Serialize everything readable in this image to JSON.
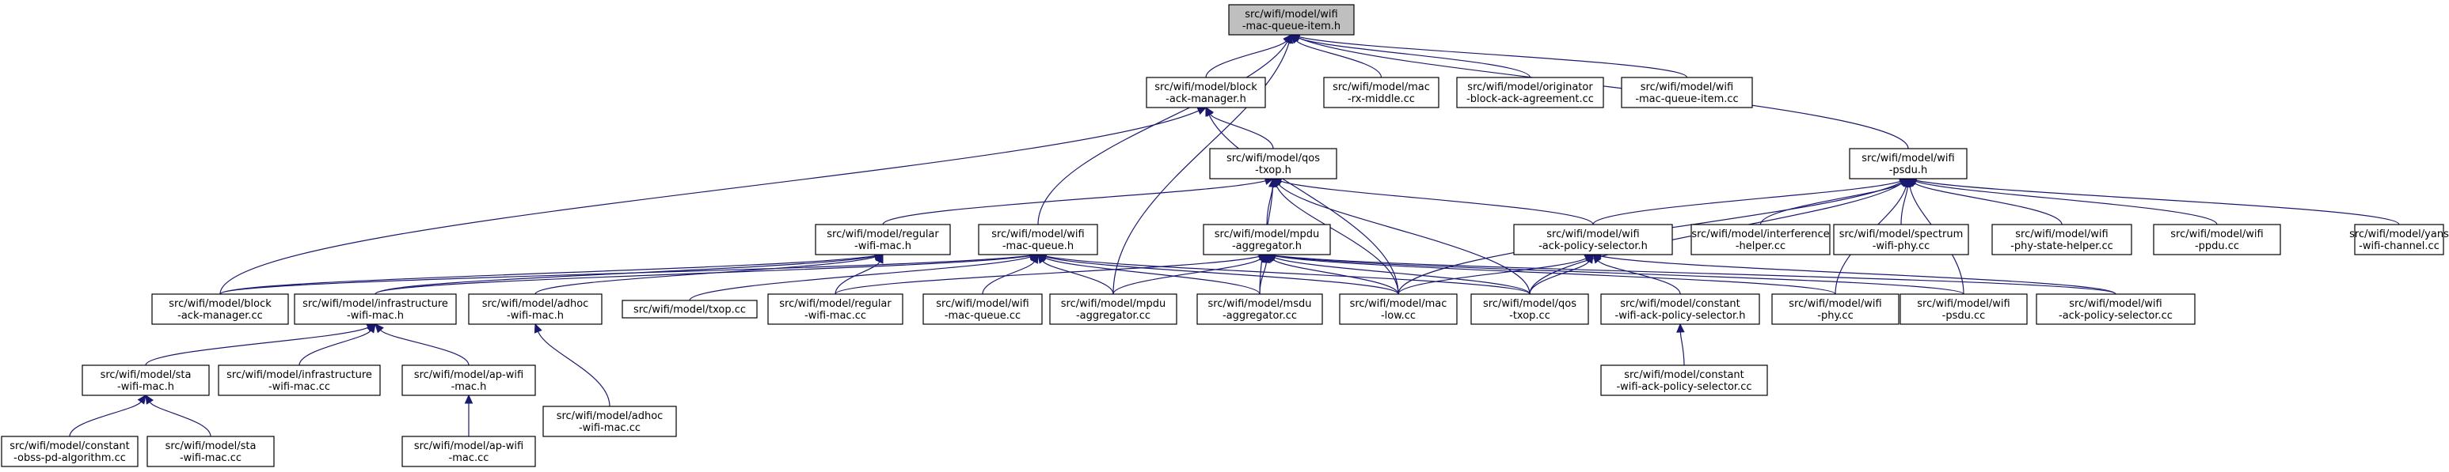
{
  "graph": {
    "nodes": [
      {
        "id": "root",
        "lines": [
          "src/wifi/model/wifi",
          "-mac-queue-item.h"
        ],
        "root": true
      },
      {
        "id": "bam_h",
        "lines": [
          "src/wifi/model/block",
          "-ack-manager.h"
        ]
      },
      {
        "id": "rxmid",
        "lines": [
          "src/wifi/model/mac",
          "-rx-middle.cc"
        ]
      },
      {
        "id": "origin",
        "lines": [
          "src/wifi/model/originator",
          "-block-ack-agreement.cc"
        ]
      },
      {
        "id": "mqi_cc",
        "lines": [
          "src/wifi/model/wifi",
          "-mac-queue-item.cc"
        ]
      },
      {
        "id": "qos_h",
        "lines": [
          "src/wifi/model/qos",
          "-txop.h"
        ]
      },
      {
        "id": "psdu_h",
        "lines": [
          "src/wifi/model/wifi",
          "-psdu.h"
        ]
      },
      {
        "id": "reg_h",
        "lines": [
          "src/wifi/model/regular",
          "-wifi-mac.h"
        ]
      },
      {
        "id": "wmq_h",
        "lines": [
          "src/wifi/model/wifi",
          "-mac-queue.h"
        ]
      },
      {
        "id": "mpdu_h",
        "lines": [
          "src/wifi/model/mpdu",
          "-aggregator.h"
        ]
      },
      {
        "id": "waps_h",
        "lines": [
          "src/wifi/model/wifi",
          "-ack-policy-selector.h"
        ]
      },
      {
        "id": "interf",
        "lines": [
          "src/wifi/model/interference",
          "-helper.cc"
        ]
      },
      {
        "id": "spec",
        "lines": [
          "src/wifi/model/spectrum",
          "-wifi-phy.cc"
        ]
      },
      {
        "id": "phystate",
        "lines": [
          "src/wifi/model/wifi",
          "-phy-state-helper.cc"
        ]
      },
      {
        "id": "ppdu",
        "lines": [
          "src/wifi/model/wifi",
          "-ppdu.cc"
        ]
      },
      {
        "id": "yans",
        "lines": [
          "src/wifi/model/yans",
          "-wifi-channel.cc"
        ]
      },
      {
        "id": "bam_cc",
        "lines": [
          "src/wifi/model/block",
          "-ack-manager.cc"
        ]
      },
      {
        "id": "infra_h",
        "lines": [
          "src/wifi/model/infrastructure",
          "-wifi-mac.h"
        ]
      },
      {
        "id": "adhoc_h",
        "lines": [
          "src/wifi/model/adhoc",
          "-wifi-mac.h"
        ]
      },
      {
        "id": "txop_cc",
        "lines": [
          "src/wifi/model/txop.cc"
        ]
      },
      {
        "id": "reg_cc",
        "lines": [
          "src/wifi/model/regular",
          "-wifi-mac.cc"
        ]
      },
      {
        "id": "wmq_cc",
        "lines": [
          "src/wifi/model/wifi",
          "-mac-queue.cc"
        ]
      },
      {
        "id": "mpdu_cc",
        "lines": [
          "src/wifi/model/mpdu",
          "-aggregator.cc"
        ]
      },
      {
        "id": "msdu_cc",
        "lines": [
          "src/wifi/model/msdu",
          "-aggregator.cc"
        ]
      },
      {
        "id": "maclow",
        "lines": [
          "src/wifi/model/mac",
          "-low.cc"
        ]
      },
      {
        "id": "qos_cc",
        "lines": [
          "src/wifi/model/qos",
          "-txop.cc"
        ]
      },
      {
        "id": "caps_h",
        "lines": [
          "src/wifi/model/constant",
          "-wifi-ack-policy-selector.h"
        ]
      },
      {
        "id": "phy_cc",
        "lines": [
          "src/wifi/model/wifi",
          "-phy.cc"
        ]
      },
      {
        "id": "psdu_cc",
        "lines": [
          "src/wifi/model/wifi",
          "-psdu.cc"
        ]
      },
      {
        "id": "waps_cc",
        "lines": [
          "src/wifi/model/wifi",
          "-ack-policy-selector.cc"
        ]
      },
      {
        "id": "sta_h",
        "lines": [
          "src/wifi/model/sta",
          "-wifi-mac.h"
        ]
      },
      {
        "id": "infra_cc",
        "lines": [
          "src/wifi/model/infrastructure",
          "-wifi-mac.cc"
        ]
      },
      {
        "id": "ap_h",
        "lines": [
          "src/wifi/model/ap-wifi",
          "-mac.h"
        ]
      },
      {
        "id": "adhoc_cc",
        "lines": [
          "src/wifi/model/adhoc",
          "-wifi-mac.cc"
        ]
      },
      {
        "id": "caps_cc",
        "lines": [
          "src/wifi/model/constant",
          "-wifi-ack-policy-selector.cc"
        ]
      },
      {
        "id": "obss",
        "lines": [
          "src/wifi/model/constant",
          "-obss-pd-algorithm.cc"
        ]
      },
      {
        "id": "sta_cc",
        "lines": [
          "src/wifi/model/sta",
          "-wifi-mac.cc"
        ]
      },
      {
        "id": "ap_cc",
        "lines": [
          "src/wifi/model/ap-wifi",
          "-mac.cc"
        ]
      }
    ],
    "edges": [
      [
        "bam_h",
        "root"
      ],
      [
        "rxmid",
        "root"
      ],
      [
        "origin",
        "root"
      ],
      [
        "mqi_cc",
        "root"
      ],
      [
        "psdu_h",
        "root"
      ],
      [
        "wmq_h",
        "root"
      ],
      [
        "mpdu_cc",
        "root"
      ],
      [
        "qos_h",
        "bam_h"
      ],
      [
        "bam_cc",
        "bam_h"
      ],
      [
        "maclow",
        "bam_h"
      ],
      [
        "reg_h",
        "qos_h"
      ],
      [
        "mpdu_h",
        "qos_h"
      ],
      [
        "waps_h",
        "qos_h"
      ],
      [
        "maclow",
        "qos_h"
      ],
      [
        "qos_cc",
        "qos_h"
      ],
      [
        "msdu_cc",
        "qos_h"
      ],
      [
        "waps_h",
        "psdu_h"
      ],
      [
        "interf",
        "psdu_h"
      ],
      [
        "spec",
        "psdu_h"
      ],
      [
        "phystate",
        "psdu_h"
      ],
      [
        "ppdu",
        "psdu_h"
      ],
      [
        "yans",
        "psdu_h"
      ],
      [
        "maclow",
        "psdu_h"
      ],
      [
        "qos_cc",
        "psdu_h"
      ],
      [
        "phy_cc",
        "psdu_h"
      ],
      [
        "psdu_cc",
        "psdu_h"
      ],
      [
        "bam_cc",
        "reg_h"
      ],
      [
        "infra_h",
        "reg_h"
      ],
      [
        "adhoc_h",
        "reg_h"
      ],
      [
        "reg_cc",
        "reg_h"
      ],
      [
        "bam_cc",
        "wmq_h"
      ],
      [
        "infra_h",
        "wmq_h"
      ],
      [
        "txop_cc",
        "wmq_h"
      ],
      [
        "wmq_cc",
        "wmq_h"
      ],
      [
        "mpdu_cc",
        "wmq_h"
      ],
      [
        "msdu_cc",
        "wmq_h"
      ],
      [
        "maclow",
        "wmq_h"
      ],
      [
        "qos_cc",
        "wmq_h"
      ],
      [
        "reg_cc",
        "mpdu_h"
      ],
      [
        "mpdu_cc",
        "mpdu_h"
      ],
      [
        "msdu_cc",
        "mpdu_h"
      ],
      [
        "maclow",
        "mpdu_h"
      ],
      [
        "qos_cc",
        "mpdu_h"
      ],
      [
        "phy_cc",
        "mpdu_h"
      ],
      [
        "psdu_cc",
        "mpdu_h"
      ],
      [
        "waps_cc",
        "mpdu_h"
      ],
      [
        "caps_h",
        "waps_h"
      ],
      [
        "maclow",
        "waps_h"
      ],
      [
        "qos_cc",
        "waps_h"
      ],
      [
        "waps_cc",
        "waps_h"
      ],
      [
        "sta_h",
        "infra_h"
      ],
      [
        "infra_cc",
        "infra_h"
      ],
      [
        "ap_h",
        "infra_h"
      ],
      [
        "adhoc_cc",
        "adhoc_h"
      ],
      [
        "caps_cc",
        "caps_h"
      ],
      [
        "obss",
        "sta_h"
      ],
      [
        "sta_cc",
        "sta_h"
      ],
      [
        "ap_cc",
        "ap_h"
      ]
    ]
  }
}
